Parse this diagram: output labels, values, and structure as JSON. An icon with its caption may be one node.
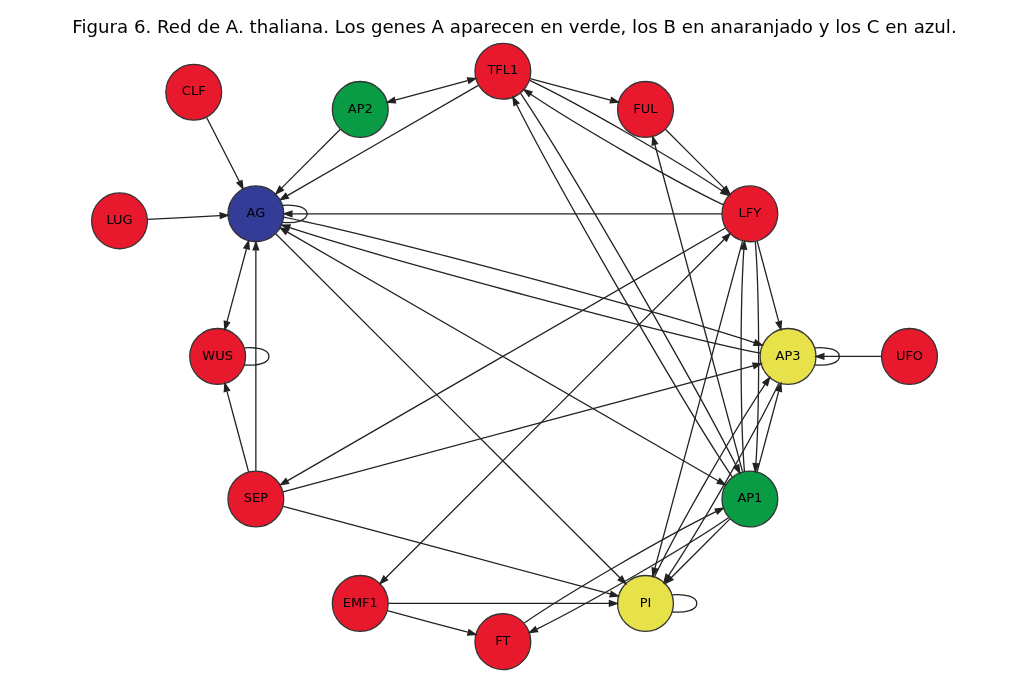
{
  "diagram": {
    "title": "Figura 6. Red de A. thaliana. Los genes A aparecen en verde, los B en anaranjado y los C en azul.",
    "nodes": [
      {
        "text": [
          "FUL"
        ]
      },
      {
        "text": [
          "UFO"
        ]
      },
      {
        "text": [
          "FT"
        ]
      },
      {
        "text": [
          "AP3"
        ]
      },
      {
        "text": [
          "AP1"
        ]
      },
      {
        "text": [
          "SEP"
        ]
      },
      {
        "text": [
          "EMF1"
        ]
      },
      {
        "text": [
          "PI"
        ]
      },
      {
        "text": [
          "LFY"
        ]
      },
      {
        "text": [
          "TFL1"
        ]
      },
      {
        "text": [
          "AP2"
        ]
      },
      {
        "text": [
          "CLF"
        ]
      },
      {
        "text": [
          "WUS"
        ]
      },
      {
        "text": [
          "LUG"
        ]
      },
      {
        "text": [
          "AG"
        ]
      }
    ],
    "edges": [
      {
        "from": 1,
        "to": 3,
        "arrow": "to"
      },
      {
        "from": 3,
        "to": 3,
        "arrow": "none"
      },
      {
        "from": 4,
        "to": 3,
        "arrow": "to"
      },
      {
        "from": 8,
        "to": 3,
        "arrow": "to"
      },
      {
        "from": 5,
        "to": 3,
        "arrow": "to"
      },
      {
        "from": 7,
        "to": 3,
        "arrow": "to"
      },
      {
        "from": 14,
        "to": 3,
        "arrow": "to"
      },
      {
        "from": 5,
        "to": 7,
        "arrow": "to"
      },
      {
        "from": 3,
        "to": 7,
        "arrow": "to"
      },
      {
        "from": 7,
        "to": 7,
        "arrow": "none"
      },
      {
        "from": 9,
        "to": 0,
        "arrow": "to"
      },
      {
        "from": 4,
        "to": 0,
        "arrow": "to"
      },
      {
        "from": 0,
        "to": 8,
        "arrow": "to"
      },
      {
        "from": 2,
        "to": 4,
        "arrow": "to"
      },
      {
        "from": 4,
        "to": 2,
        "arrow": "to"
      },
      {
        "from": 6,
        "to": 2,
        "arrow": "to"
      },
      {
        "from": 8,
        "to": 4,
        "arrow": "to"
      },
      {
        "from": 4,
        "to": 8,
        "arrow": "to"
      },
      {
        "from": 6,
        "to": 8,
        "arrow": "both"
      },
      {
        "from": 6,
        "to": 7,
        "arrow": "to"
      },
      {
        "from": 4,
        "to": 7,
        "arrow": "to"
      },
      {
        "from": 4,
        "to": 9,
        "arrow": "to"
      },
      {
        "from": 9,
        "to": 4,
        "arrow": "to"
      },
      {
        "from": 8,
        "to": 7,
        "arrow": "to"
      },
      {
        "from": 8,
        "to": 5,
        "arrow": "to"
      },
      {
        "from": 8,
        "to": 9,
        "arrow": "to"
      },
      {
        "from": 9,
        "to": 8,
        "arrow": "to"
      },
      {
        "from": 9,
        "to": 10,
        "arrow": "both"
      },
      {
        "from": 9,
        "to": 14,
        "arrow": "to"
      },
      {
        "from": 14,
        "to": 4,
        "arrow": "both"
      },
      {
        "from": 5,
        "to": 14,
        "arrow": "to"
      },
      {
        "from": 5,
        "to": 12,
        "arrow": "to"
      },
      {
        "from": 14,
        "to": 7,
        "arrow": "to"
      },
      {
        "from": 11,
        "to": 14,
        "arrow": "to"
      },
      {
        "from": 13,
        "to": 14,
        "arrow": "to"
      },
      {
        "from": 14,
        "to": 14,
        "arrow": "none"
      },
      {
        "from": 12,
        "to": 12,
        "arrow": "none"
      },
      {
        "from": 14,
        "to": 12,
        "arrow": "both"
      },
      {
        "from": 8,
        "to": 14,
        "arrow": "to"
      },
      {
        "from": 10,
        "to": 14,
        "arrow": "to"
      },
      {
        "from": 3,
        "to": 14,
        "arrow": "to"
      }
    ]
  }
}
